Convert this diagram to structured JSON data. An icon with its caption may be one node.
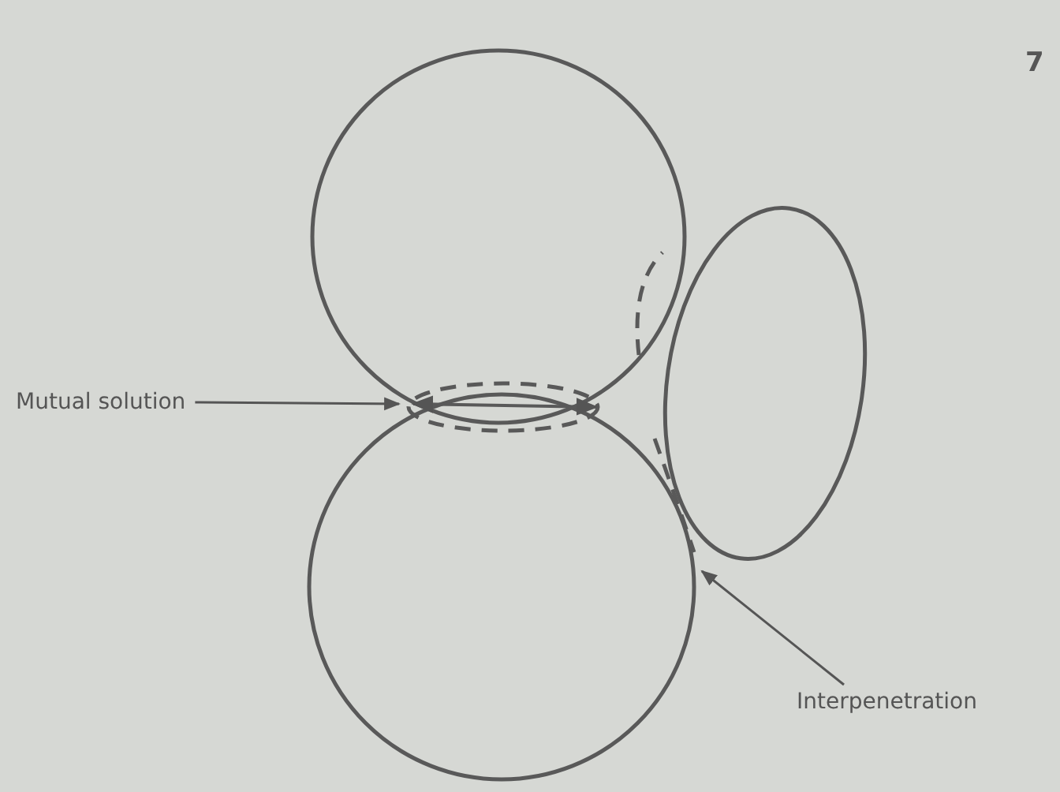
{
  "diagram": {
    "nodes": [
      {
        "text": [
          "Mutual solution"
        ]
      },
      {
        "text": [
          "Interpenetration"
        ]
      }
    ],
    "edges": [
      {
        "from": 0,
        "to": null,
        "arrow": "to"
      },
      {
        "from": 1,
        "to": null,
        "arrow": "to"
      }
    ],
    "labels": [
      "7"
    ]
  }
}
